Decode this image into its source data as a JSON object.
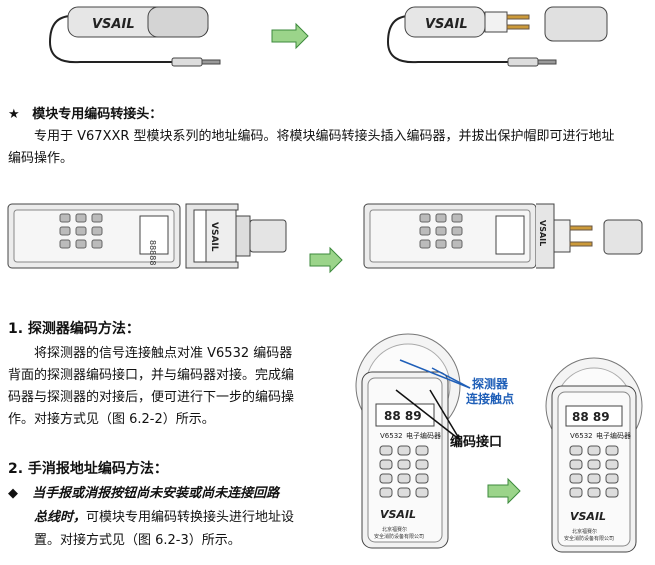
{
  "section_module": {
    "star": "★",
    "heading": "模块专用编码转接头：",
    "line1": "专用于 V67XXR 型模块系列的地址编码。将模块编码转接头插入编码器，并拔出保护帽即可进行地址",
    "line2": "编码操作。"
  },
  "section_detector": {
    "heading": "1.  探测器编码方法：",
    "lines": [
      "将探测器的信号连接触点对准 V6532 编码器",
      "背面的探测器编码接口，并与编码器对接。完成编",
      "码器与探测器的对接后，便可进行下一步的编码操",
      "作。对接方式见（图 6.2-2）所示。"
    ]
  },
  "section_manual": {
    "heading": "2.  手消报地址编码方法：",
    "bullet": "◆",
    "italic_line1": "当手报或消报按钮尚未安装或尚未连接回路",
    "italic_line2": "总线时，",
    "line2_rest": "可模块专用编码转换接头进行地址设",
    "line3": "置。对接方式见（图 6.2-3）所示。"
  },
  "figure_labels": {
    "brand": "VSAIL",
    "contacts_line1": "探测器",
    "contacts_line2": "连接触点",
    "port": "编码接口",
    "model": "V6532",
    "device_name": "电子编码器",
    "display": "88  89",
    "maker1": "北京福赛尔",
    "maker2": "安全消防设备有限公司"
  },
  "colors": {
    "arrow": "#9bd48a",
    "arrow_stroke": "#3c8a3c",
    "label_blue": "#1f5fb8"
  }
}
